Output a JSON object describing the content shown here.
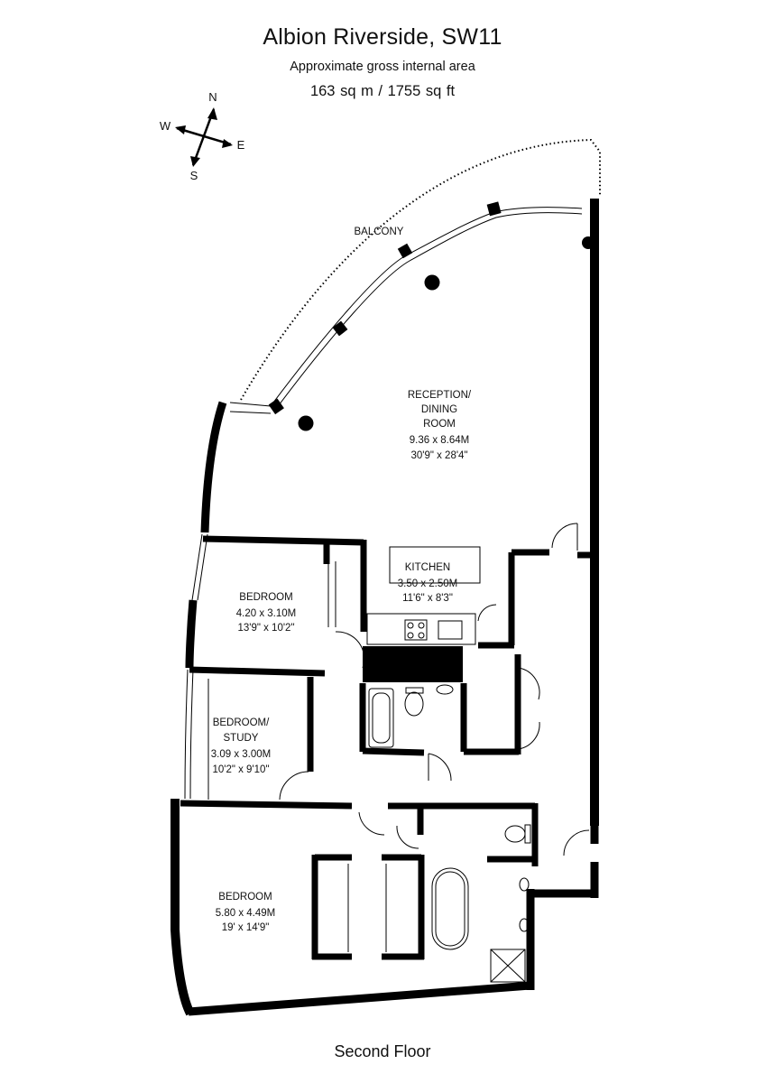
{
  "header": {
    "title": "Albion Riverside, SW11",
    "subtitle": "Approximate gross internal area",
    "area": "163 sq m  /  1755 sq ft"
  },
  "compass": {
    "n": "N",
    "s": "S",
    "e": "E",
    "w": "W"
  },
  "rooms": {
    "balcony": {
      "name": "BALCONY"
    },
    "reception": {
      "name1": "RECEPTION/",
      "name2": "DINING",
      "name3": "ROOM",
      "metric": "9.36 x 8.64M",
      "imperial": "30'9\" x 28'4\""
    },
    "kitchen": {
      "name": "KITCHEN",
      "metric": "3.50 x 2.50M",
      "imperial": "11'6\" x 8'3\""
    },
    "bedroom1": {
      "name": "BEDROOM",
      "metric": "4.20 x 3.10M",
      "imperial": "13'9\" x 10'2\""
    },
    "study": {
      "name1": "BEDROOM/",
      "name2": "STUDY",
      "metric": "3.09 x 3.00M",
      "imperial": "10'2\" x 9'10\""
    },
    "bedroom2": {
      "name": "BEDROOM",
      "metric": "5.80 x 4.49M",
      "imperial": "19' x 14'9\""
    }
  },
  "footer": {
    "floor": "Second Floor"
  },
  "colors": {
    "wall": "#000000",
    "background": "#ffffff"
  }
}
